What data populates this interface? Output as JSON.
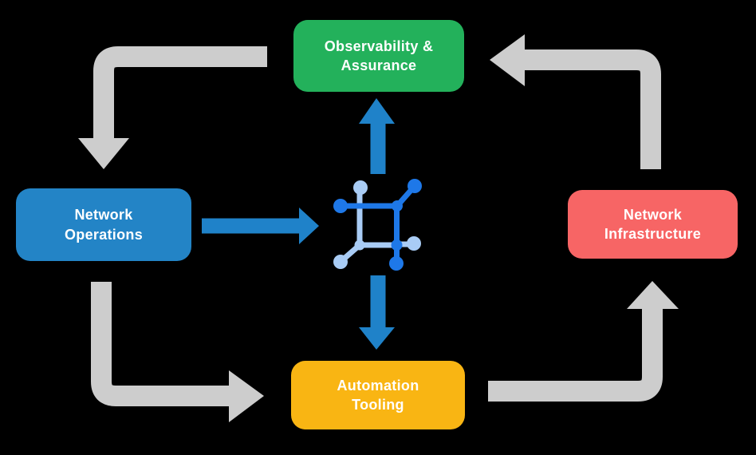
{
  "nodes": {
    "observability": {
      "label": "Observability &\nAssurance"
    },
    "operations": {
      "label": "Network\nOperations"
    },
    "infrastructure": {
      "label": "Network\nInfrastructure"
    },
    "automation": {
      "label": "Automation\nTooling"
    }
  },
  "icons": {
    "center": "network-mesh-icon"
  },
  "colors": {
    "bg": "#000000",
    "text": "#FFFFFF",
    "green": "#23B15B",
    "blue": "#2384C6",
    "red": "#F76565",
    "yellow": "#F9B513",
    "arrow_gray": "#CDCDCD",
    "arrow_blue": "#1F82C9",
    "icon_dark": "#1E78E8",
    "icon_light": "#A9CCF5"
  }
}
